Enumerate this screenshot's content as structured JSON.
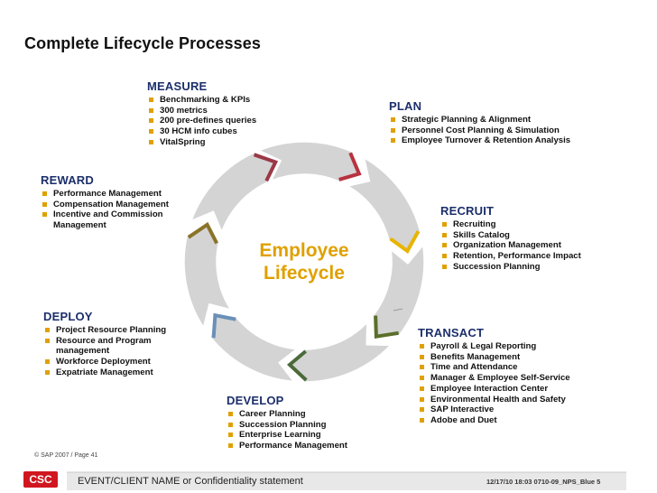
{
  "page": {
    "title": "Complete Lifecycle Processes"
  },
  "center": {
    "line1": "Employee",
    "line2": "Lifecycle"
  },
  "phases": {
    "measure": {
      "heading": "MEASURE",
      "items": [
        "Benchmarking & KPIs",
        "300 metrics",
        "200 pre-defines queries",
        "30 HCM info cubes",
        "VitalSpring"
      ]
    },
    "plan": {
      "heading": "PLAN",
      "items": [
        "Strategic Planning & Alignment",
        "Personnel Cost Planning & Simulation",
        "Employee Turnover & Retention Analysis"
      ]
    },
    "recruit": {
      "heading": "RECRUIT",
      "items": [
        "Recruiting",
        "Skills Catalog",
        "Organization Management",
        "Retention, Performance Impact",
        "Succession Planning"
      ]
    },
    "transact": {
      "heading": "TRANSACT",
      "items": [
        "Payroll & Legal Reporting",
        "Benefits Management",
        "Time and Attendance",
        "Manager & Employee Self-Service",
        "Employee Interaction Center",
        "Environmental Health and Safety",
        "SAP Interactive",
        "Adobe and Duet"
      ]
    },
    "develop": {
      "heading": "DEVELOP",
      "items": [
        "Career Planning",
        "Succession Planning",
        "Enterprise Learning",
        "Performance Management"
      ]
    },
    "deploy": {
      "heading": "DEPLOY",
      "items": [
        "Project Resource Planning",
        "Resource and Program management",
        "Workforce Deployment",
        "Expatriate Management"
      ]
    },
    "reward": {
      "heading": "REWARD",
      "items": [
        "Performance Management",
        "Compensation Management",
        "Incentive and Commission Management"
      ]
    }
  },
  "footer": {
    "logo": "CSC",
    "statement": "EVENT/CLIENT NAME or Confidentiality statement",
    "meta": "12/17/10 18:03   0710-09_NPS_Blue  5",
    "copyright": "© SAP 2007 / Page 41"
  },
  "colors": {
    "heading": "#1c2f6b",
    "bullet": "#e0a000",
    "center_text": "#e0a000",
    "arrow_fill": "#d4d4d4",
    "accent_measure": "#b8323f",
    "accent_plan": "#e8b400",
    "accent_recruit": "#5a6e2a",
    "accent_transact": "#4a6a3a",
    "accent_develop": "#6a90b8",
    "accent_deploy": "#8a7328",
    "accent_reward": "#9c3846"
  }
}
